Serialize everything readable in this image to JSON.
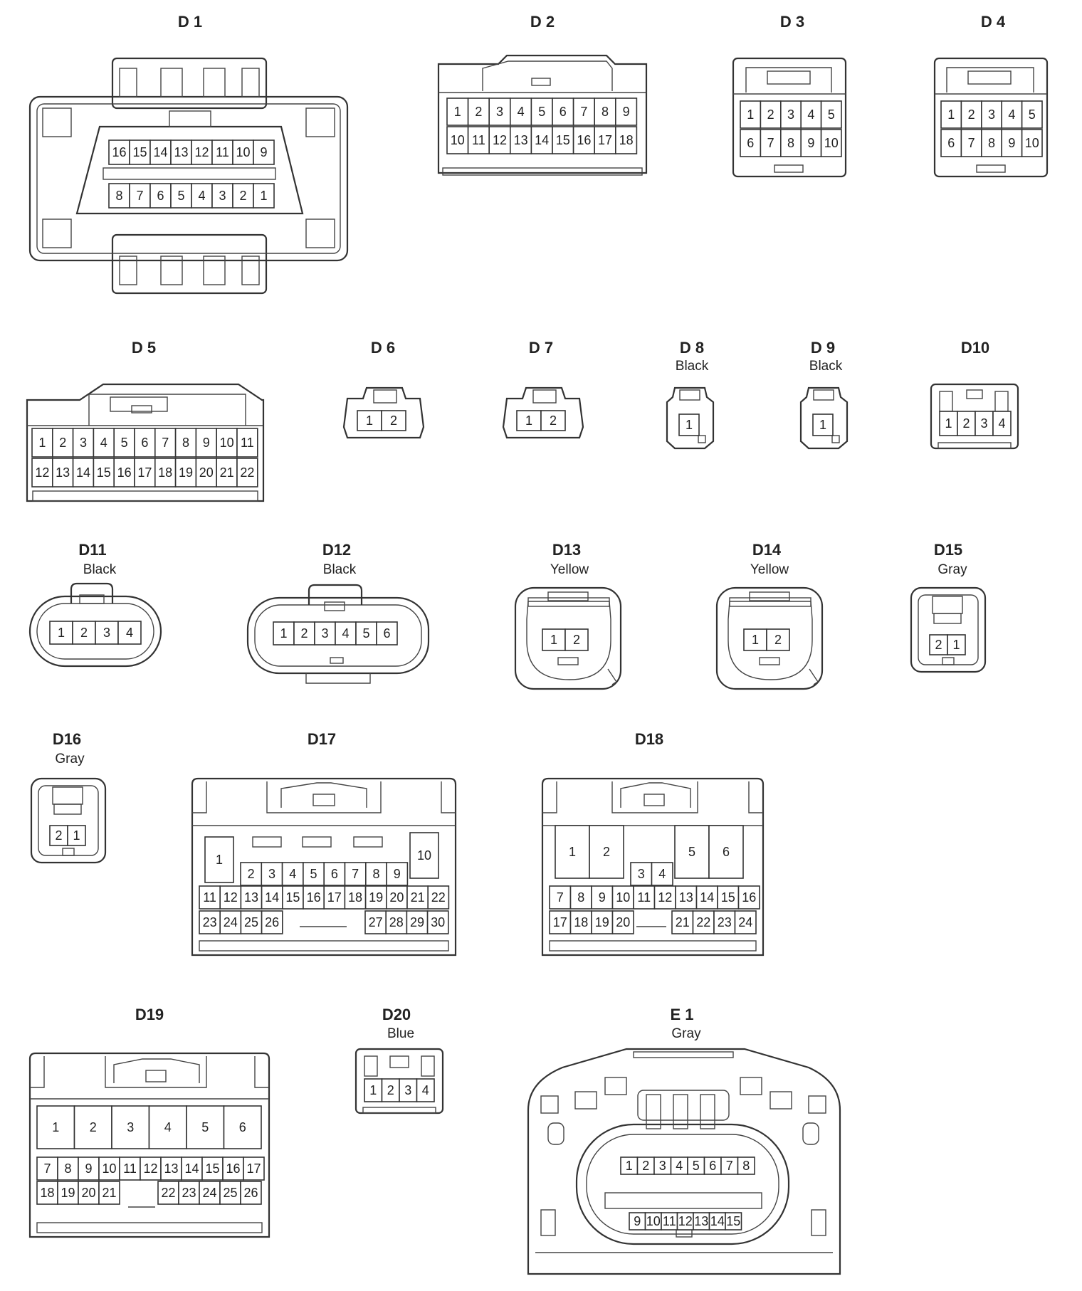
{
  "connectors": [
    {
      "id": "D1",
      "label": "D 1",
      "color": "",
      "rows": [
        [
          "16",
          "15",
          "14",
          "13",
          "12",
          "11",
          "10",
          "9"
        ],
        [
          "8",
          "7",
          "6",
          "5",
          "4",
          "3",
          "2",
          "1"
        ]
      ]
    },
    {
      "id": "D2",
      "label": "D 2",
      "color": "",
      "rows": [
        [
          "1",
          "2",
          "3",
          "4",
          "5",
          "6",
          "7",
          "8",
          "9"
        ],
        [
          "10",
          "11",
          "12",
          "13",
          "14",
          "15",
          "16",
          "17",
          "18"
        ]
      ]
    },
    {
      "id": "D3",
      "label": "D 3",
      "color": "",
      "rows": [
        [
          "1",
          "2",
          "3",
          "4",
          "5"
        ],
        [
          "6",
          "7",
          "8",
          "9",
          "10"
        ]
      ]
    },
    {
      "id": "D4",
      "label": "D 4",
      "color": "",
      "rows": [
        [
          "1",
          "2",
          "3",
          "4",
          "5"
        ],
        [
          "6",
          "7",
          "8",
          "9",
          "10"
        ]
      ]
    },
    {
      "id": "D5",
      "label": "D 5",
      "color": "",
      "rows": [
        [
          "1",
          "2",
          "3",
          "4",
          "5",
          "6",
          "7",
          "8",
          "9",
          "10",
          "11"
        ],
        [
          "12",
          "13",
          "14",
          "15",
          "16",
          "17",
          "18",
          "19",
          "20",
          "21",
          "22"
        ]
      ]
    },
    {
      "id": "D6",
      "label": "D 6",
      "color": "",
      "rows": [
        [
          "1",
          "2"
        ]
      ]
    },
    {
      "id": "D7",
      "label": "D 7",
      "color": "",
      "rows": [
        [
          "1",
          "2"
        ]
      ]
    },
    {
      "id": "D8",
      "label": "D 8",
      "color": "Black",
      "rows": [
        [
          "1"
        ]
      ]
    },
    {
      "id": "D9",
      "label": "D 9",
      "color": "Black",
      "rows": [
        [
          "1"
        ]
      ]
    },
    {
      "id": "D10",
      "label": "D10",
      "color": "",
      "rows": [
        [
          "1",
          "2",
          "3",
          "4"
        ]
      ]
    },
    {
      "id": "D11",
      "label": "D11",
      "color": "Black",
      "rows": [
        [
          "1",
          "2",
          "3",
          "4"
        ]
      ]
    },
    {
      "id": "D12",
      "label": "D12",
      "color": "Black",
      "rows": [
        [
          "1",
          "2",
          "3",
          "4",
          "5",
          "6"
        ]
      ]
    },
    {
      "id": "D13",
      "label": "D13",
      "color": "Yellow",
      "rows": [
        [
          "1",
          "2"
        ]
      ]
    },
    {
      "id": "D14",
      "label": "D14",
      "color": "Yellow",
      "rows": [
        [
          "1",
          "2"
        ]
      ]
    },
    {
      "id": "D15",
      "label": "D15",
      "color": "Gray",
      "rows": [
        [
          "2",
          "1"
        ]
      ]
    },
    {
      "id": "D16",
      "label": "D16",
      "color": "Gray",
      "rows": [
        [
          "2",
          "1"
        ]
      ]
    },
    {
      "id": "D17",
      "label": "D17",
      "color": "",
      "rows": [
        [
          "1",
          "10"
        ],
        [
          "2",
          "3",
          "4",
          "5",
          "6",
          "7",
          "8",
          "9"
        ],
        [
          "11",
          "12",
          "13",
          "14",
          "15",
          "16",
          "17",
          "18",
          "19",
          "20",
          "21",
          "22"
        ],
        [
          "23",
          "24",
          "25",
          "26",
          "27",
          "28",
          "29",
          "30"
        ]
      ]
    },
    {
      "id": "D18",
      "label": "D18",
      "color": "",
      "rows": [
        [
          "1",
          "2",
          "5",
          "6"
        ],
        [
          "3",
          "4"
        ],
        [
          "7",
          "8",
          "9",
          "10",
          "11",
          "12",
          "13",
          "14",
          "15",
          "16"
        ],
        [
          "17",
          "18",
          "19",
          "20",
          "21",
          "22",
          "23",
          "24"
        ]
      ]
    },
    {
      "id": "D19",
      "label": "D19",
      "color": "",
      "rows": [
        [
          "1",
          "2",
          "3",
          "4",
          "5",
          "6"
        ],
        [
          "7",
          "8",
          "9",
          "10",
          "11",
          "12",
          "13",
          "14",
          "15",
          "16",
          "17"
        ],
        [
          "18",
          "19",
          "20",
          "21",
          "22",
          "23",
          "24",
          "25",
          "26"
        ]
      ]
    },
    {
      "id": "D20",
      "label": "D20",
      "color": "Blue",
      "rows": [
        [
          "1",
          "2",
          "3",
          "4"
        ]
      ]
    },
    {
      "id": "E1",
      "label": "E 1",
      "color": "Gray",
      "rows": [
        [
          "1",
          "2",
          "3",
          "4",
          "5",
          "6",
          "7",
          "8"
        ],
        [
          "9",
          "10",
          "11",
          "12",
          "13",
          "14",
          "15"
        ]
      ]
    }
  ]
}
